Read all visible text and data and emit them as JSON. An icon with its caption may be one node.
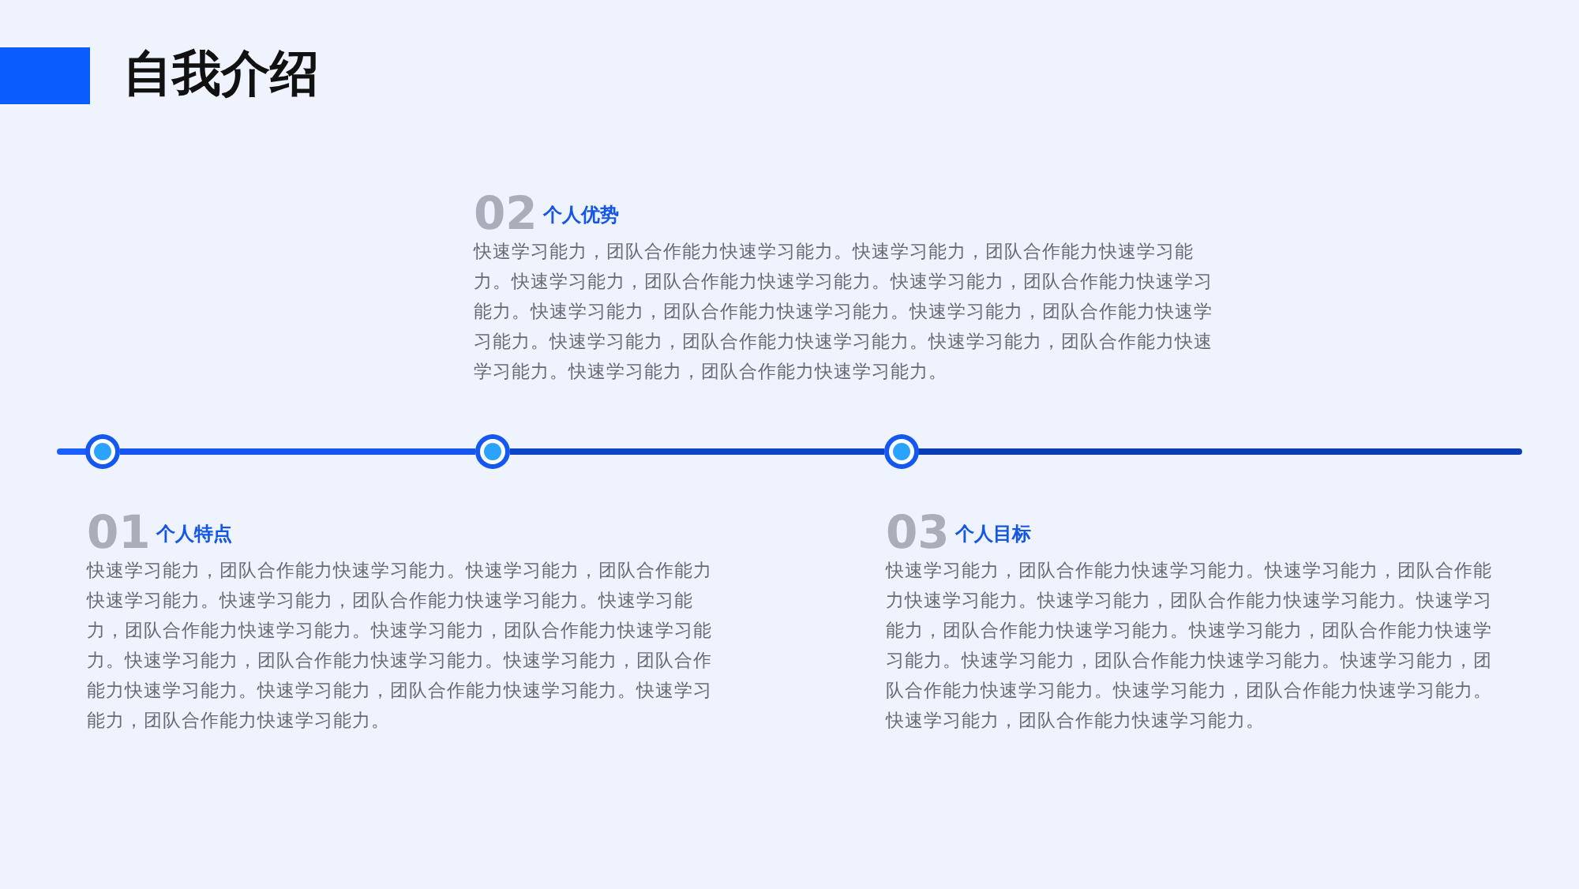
{
  "diagram": {
    "title": "自我介绍",
    "nodes": [
      {
        "text": [],
        "shape": "circle"
      },
      {
        "text": [],
        "shape": "circle"
      },
      {
        "text": [],
        "shape": "circle"
      }
    ],
    "edges": [
      {
        "from": 0,
        "to": 1,
        "arrow": "none"
      },
      {
        "from": 1,
        "to": 2,
        "arrow": "none"
      }
    ],
    "labels": [
      "02",
      "个人优势",
      "快速学习能力，团队合作能力快速学习能力。快速学习能力，团队合作能力快速学习能力。快速学习能力，团队合作能力快速学习能力。快速学习能力，团队合作能力快速学习能力。快速学习能力，团队合作能力快速学习能力。快速学习能力，团队合作能力快速学习能力。快速学习能力，团队合作能力快速学习能力。快速学习能力，团队合作能力快速学习能力。快速学习能力，团队合作能力快速学习能力。",
      "01",
      "个人特点",
      "快速学习能力，团队合作能力快速学习能力。快速学习能力，团队合作能力快速学习能力。快速学习能力，团队合作能力快速学习能力。快速学习能力，团队合作能力快速学习能力。快速学习能力，团队合作能力快速学习能力。快速学习能力，团队合作能力快速学习能力。快速学习能力，团队合作能力快速学习能力。快速学习能力，团队合作能力快速学习能力。快速学习能力，团队合作能力快速学习能力。",
      "03",
      "个人目标",
      "快速学习能力，团队合作能力快速学习能力。快速学习能力，团队合作能力快速学习能力。快速学习能力，团队合作能力快速学习能力。快速学习能力，团队合作能力快速学习能力。快速学习能力，团队合作能力快速学习能力。快速学习能力，团队合作能力快速学习能力。快速学习能力，团队合作能力快速学习能力。快速学习能力，团队合作能力快速学习能力。快速学习能力，团队合作能力快速学习能力。"
    ]
  }
}
